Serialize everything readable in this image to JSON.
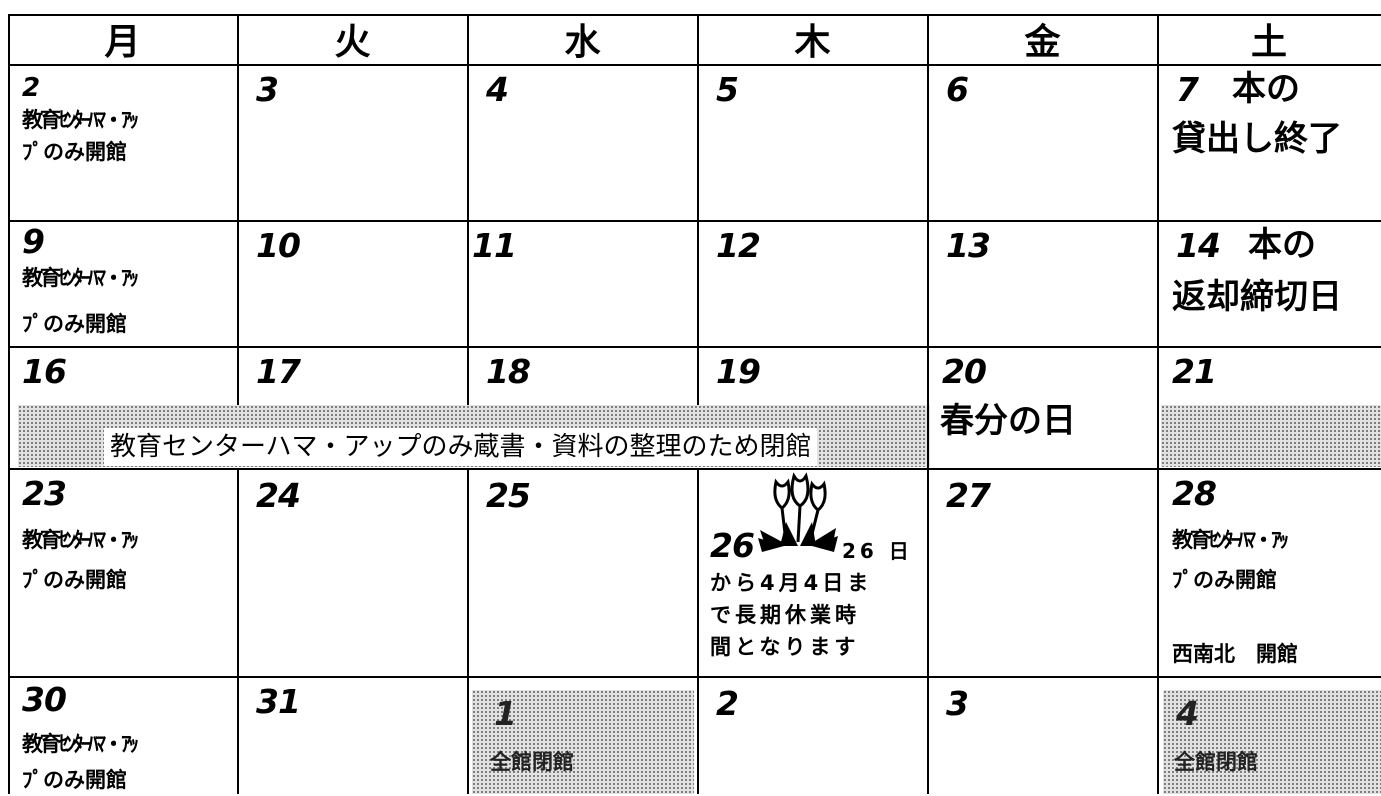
{
  "weekdays": [
    "月",
    "火",
    "水",
    "木",
    "金",
    "土"
  ],
  "week1": {
    "mon": {
      "num": "2",
      "note_a": "教育ｾﾝﾀｰﾊﾏ・ｱｯ",
      "note_b": "ﾌﾟのみ開館"
    },
    "tue": {
      "num": "3"
    },
    "wed": {
      "num": "4"
    },
    "thu": {
      "num": "5"
    },
    "fri": {
      "num": "6"
    },
    "sat": {
      "num": "7",
      "note_a": "本の",
      "note_b": "貸出し終了"
    }
  },
  "week2": {
    "mon": {
      "num": "9",
      "note_a": "教育ｾﾝﾀｰﾊﾏ・ｱｯ",
      "note_b": "ﾌﾟのみ開館"
    },
    "tue": {
      "num": "10"
    },
    "wed": {
      "num": "11"
    },
    "thu": {
      "num": "12"
    },
    "fri": {
      "num": "13"
    },
    "sat": {
      "num": "14",
      "note_a": "本の",
      "note_b": "返却締切日"
    }
  },
  "week3": {
    "mon": {
      "num": "16"
    },
    "tue": {
      "num": "17"
    },
    "wed": {
      "num": "18"
    },
    "thu": {
      "num": "19"
    },
    "fri": {
      "num": "20",
      "note_a": "春分の日"
    },
    "sat": {
      "num": "21"
    },
    "banner": "教育センターハマ・アップのみ蔵書・資料の整理のため閉館"
  },
  "week4": {
    "mon": {
      "num": "23",
      "note_a": "教育ｾﾝﾀｰﾊﾏ・ｱｯ",
      "note_b": "ﾌﾟのみ開館"
    },
    "tue": {
      "num": "24"
    },
    "wed": {
      "num": "25"
    },
    "thu": {
      "num": "26",
      "note_a": "26 日",
      "note_b": "から4月4日ま",
      "note_c": "で長期休業時",
      "note_d": "間となります"
    },
    "fri": {
      "num": "27"
    },
    "sat": {
      "num": "28",
      "note_a": "教育ｾﾝﾀｰﾊﾏ・ｱｯ",
      "note_b": "ﾌﾟのみ開館",
      "note_c": "西南北　開館"
    }
  },
  "week5": {
    "mon": {
      "num": "30",
      "note_a": "教育ｾﾝﾀｰﾊﾏ・ｱｯ",
      "note_b": "ﾌﾟのみ開館"
    },
    "tue": {
      "num": "31"
    },
    "wed": {
      "num": "1",
      "note_a": "全館閉館"
    },
    "thu": {
      "num": "2"
    },
    "fri": {
      "num": "3"
    },
    "sat": {
      "num": "4",
      "note_a": "全館閉館"
    }
  },
  "icons": {
    "tulip": "tulip-icon"
  }
}
